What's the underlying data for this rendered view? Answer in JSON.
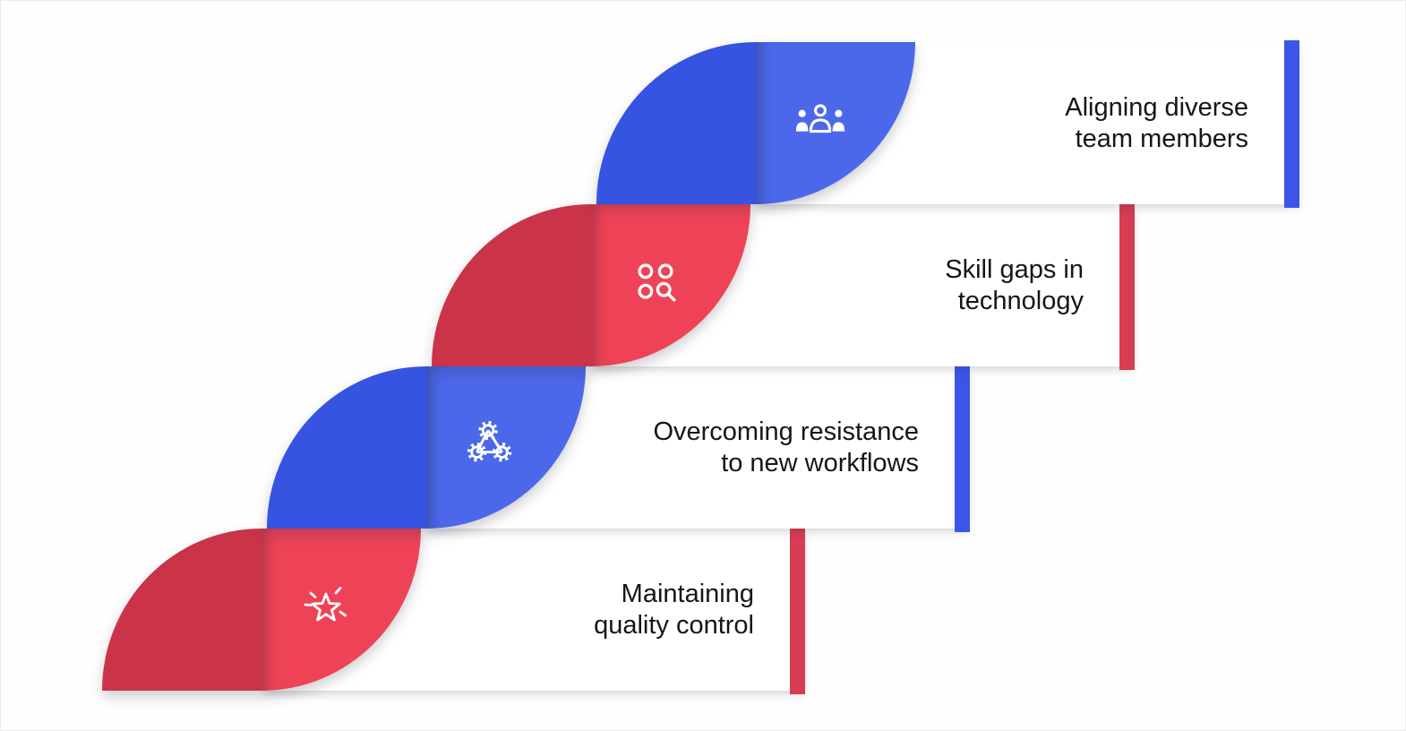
{
  "background": "#fefefe",
  "frame_border": "#ececec",
  "colors": {
    "background": "#fefefe",
    "frame-border": "#ececec",
    "bar-bg": "#ffffff",
    "text": "#14161a",
    "blue-dark": "#3654E2",
    "blue-light": "#4C68EA",
    "blue-accent": "#3B55E8",
    "red-dark": "#CA3348",
    "red-light": "#EE4357",
    "red-accent": "#D73C52",
    "icon": "#ffffff"
  },
  "diagram": {
    "type": "staggered-step-list",
    "rows": [
      {
        "color": "blue",
        "icon": "team-members-icon",
        "line1": "Aligning diverse",
        "line2": "team members"
      },
      {
        "color": "red",
        "icon": "skill-search-icon",
        "line1": "Skill gaps in",
        "line2": "technology"
      },
      {
        "color": "blue",
        "icon": "workflow-gears-icon",
        "line1": "Overcoming resistance",
        "line2": "to new workflows"
      },
      {
        "color": "red",
        "icon": "star-sparkle-icon",
        "line1": "Maintaining",
        "line2": "quality control"
      }
    ]
  }
}
